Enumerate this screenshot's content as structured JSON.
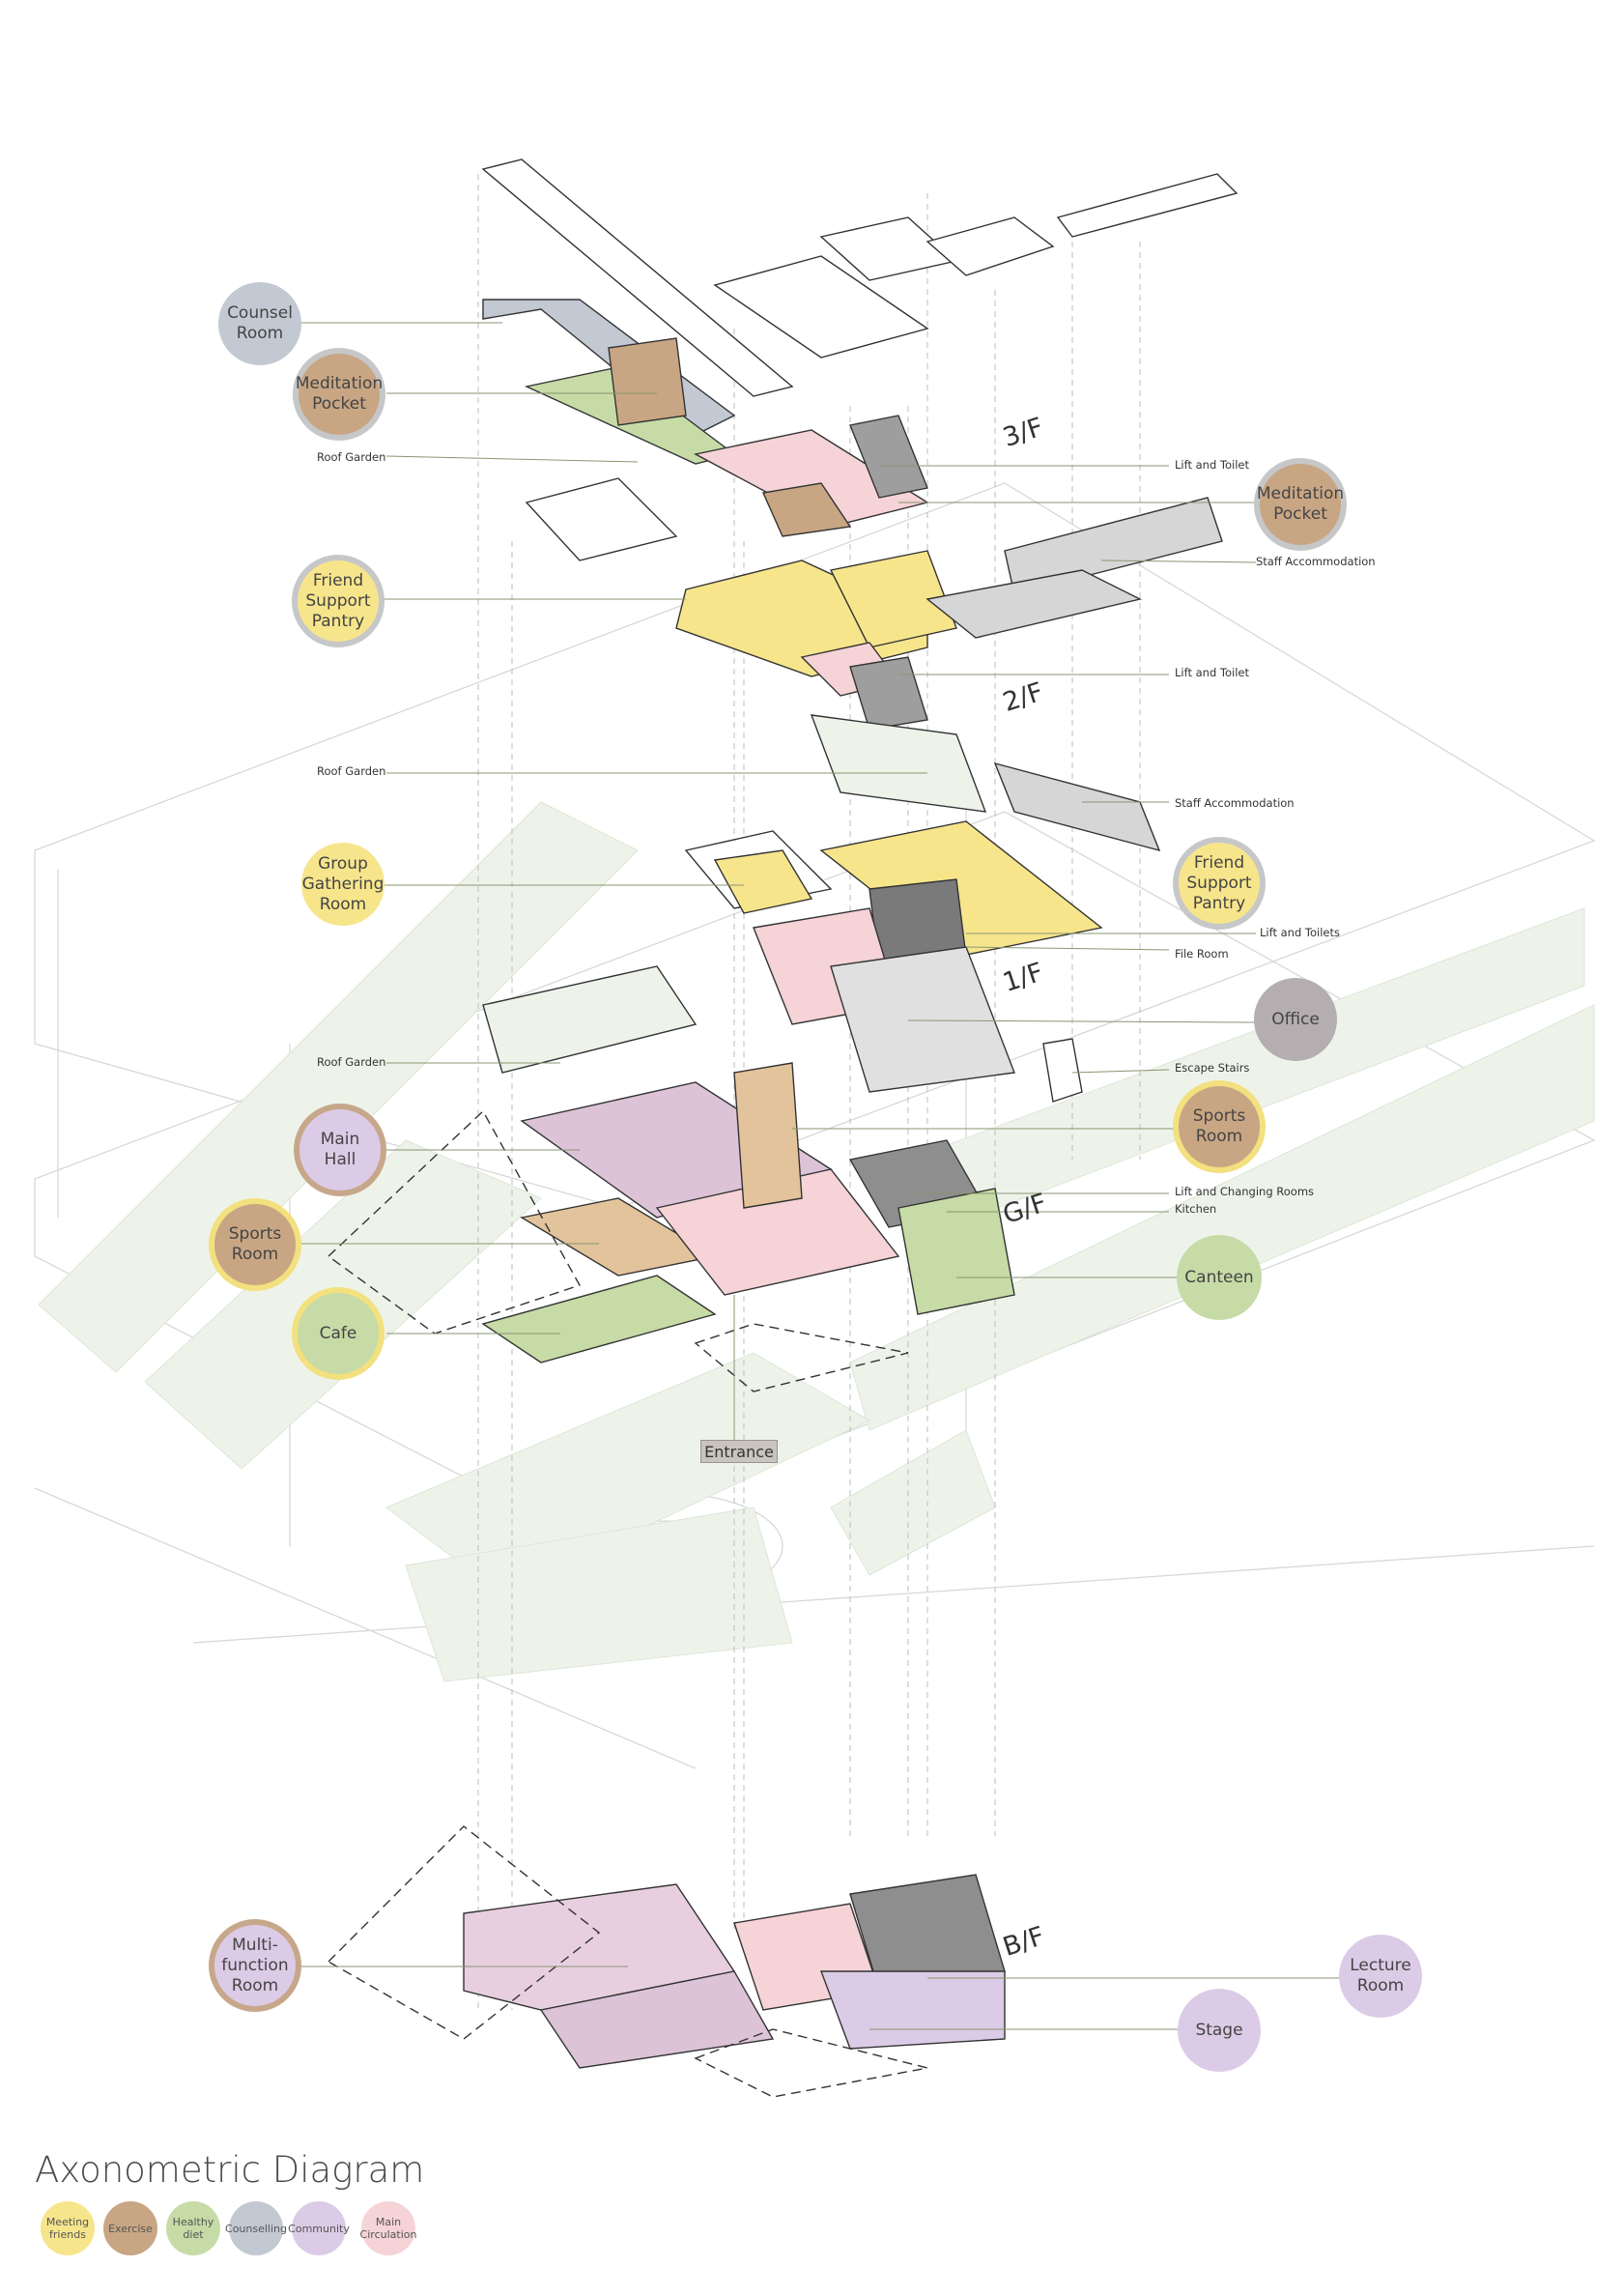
{
  "title": "Axonometric Diagram",
  "colors": {
    "meeting": "#f7e58c",
    "exercise": "#c8a684",
    "healthy": "#c6dba6",
    "counselling": "#c3c9d3",
    "community": "#dccbe6",
    "circulation": "#f5d3d6",
    "ring_gray": "#c6c7c9",
    "ring_yellow": "#f3e07e",
    "ring_tan": "#c7a78a"
  },
  "floors": {
    "f3": "3/F",
    "f2": "2/F",
    "f1": "1/F",
    "gf": "G/F",
    "bf": "B/F"
  },
  "bubbles": {
    "counsel_room_3f": "Counsel\nRoom",
    "meditation_pocket_3f": "Meditation\nPocket",
    "meditation_pocket_r": "Meditation\nPocket",
    "friend_support_pantry_2f": "Friend\nSupport\nPantry",
    "group_gathering_room": "Group\nGathering\nRoom",
    "friend_support_pantry_1f": "Friend\nSupport\nPantry",
    "office": "Office",
    "main_hall": "Main\nHall",
    "sports_room_r": "Sports\nRoom",
    "sports_room_l": "Sports\nRoom",
    "cafe": "Cafe",
    "canteen": "Canteen",
    "multi_function_room": "Multi-\nfunction\nRoom",
    "lecture_room": "Lecture\nRoom",
    "stage": "Stage"
  },
  "labels": {
    "roof_garden_3f": "Roof Garden",
    "lift_toilet_3f": "Lift and Toilet",
    "staff_accommodation_3f": "Staff Accommodation",
    "lift_toilet_2f": "Lift and Toilet",
    "roof_garden_2f": "Roof Garden",
    "staff_accommodation_2f": "Staff Accommodation",
    "lift_toilets_1f": "Lift and Toilets",
    "file_room": "File Room",
    "roof_garden_1f": "Roof Garden",
    "escape_stairs": "Escape Stairs",
    "lift_changing_rooms": "Lift and Changing Rooms",
    "kitchen": "Kitchen"
  },
  "entrance": "Entrance",
  "legend": [
    {
      "label": "Meeting\nfriends",
      "color": "#f7e58c"
    },
    {
      "label": "Exercise",
      "color": "#c8a684"
    },
    {
      "label": "Healthy\ndiet",
      "color": "#c6dba6"
    },
    {
      "label": "Counselling",
      "color": "#c3c9d3"
    },
    {
      "label": "Community",
      "color": "#dccbe6"
    },
    {
      "label": "Main\nCirculation",
      "color": "#f5d3d6"
    }
  ]
}
